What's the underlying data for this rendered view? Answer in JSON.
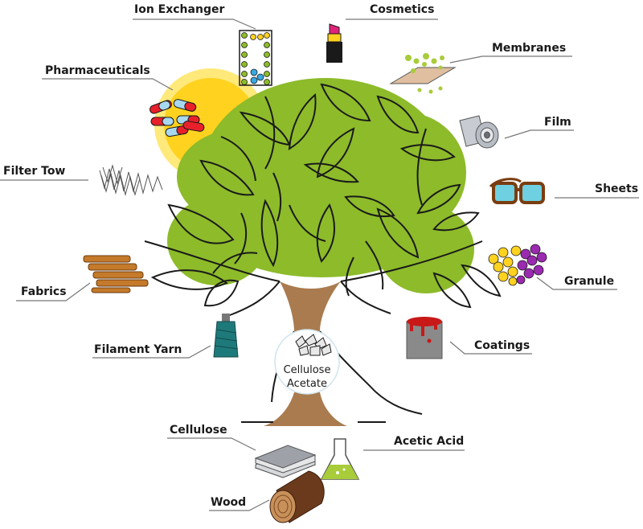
{
  "center": {
    "line1": "Cellulose",
    "line2": "Acetate",
    "icon": "crystals-icon"
  },
  "labels": {
    "ion_exchanger": "Ion Exchanger",
    "cosmetics": "Cosmetics",
    "membranes": "Membranes",
    "pharmaceuticals": "Pharmaceuticals",
    "film": "Film",
    "filter_tow": "Filter Tow",
    "sheets": "Sheets",
    "granule": "Granule",
    "fabrics": "Fabrics",
    "coatings": "Coatings",
    "filament_yarn": "Filament Yarn",
    "cellulose": "Cellulose",
    "acetic_acid": "Acetic Acid",
    "wood": "Wood"
  },
  "colors": {
    "canopy": "#8dbb2a",
    "trunk": "#a97b4f",
    "sun": "#ffd21f",
    "sun_halo": "#ffe97a",
    "outline": "#1a1a1a",
    "leader": "#777777"
  },
  "icons": [
    "ion-exchanger-icon",
    "lipstick-icon",
    "membrane-icon",
    "pills-icon",
    "film-roll-icon",
    "filter-tow-icon",
    "glasses-icon",
    "granules-icon",
    "fabric-icon",
    "paint-bucket-icon",
    "yarn-spool-icon",
    "paper-stack-icon",
    "flask-icon",
    "log-icon"
  ]
}
